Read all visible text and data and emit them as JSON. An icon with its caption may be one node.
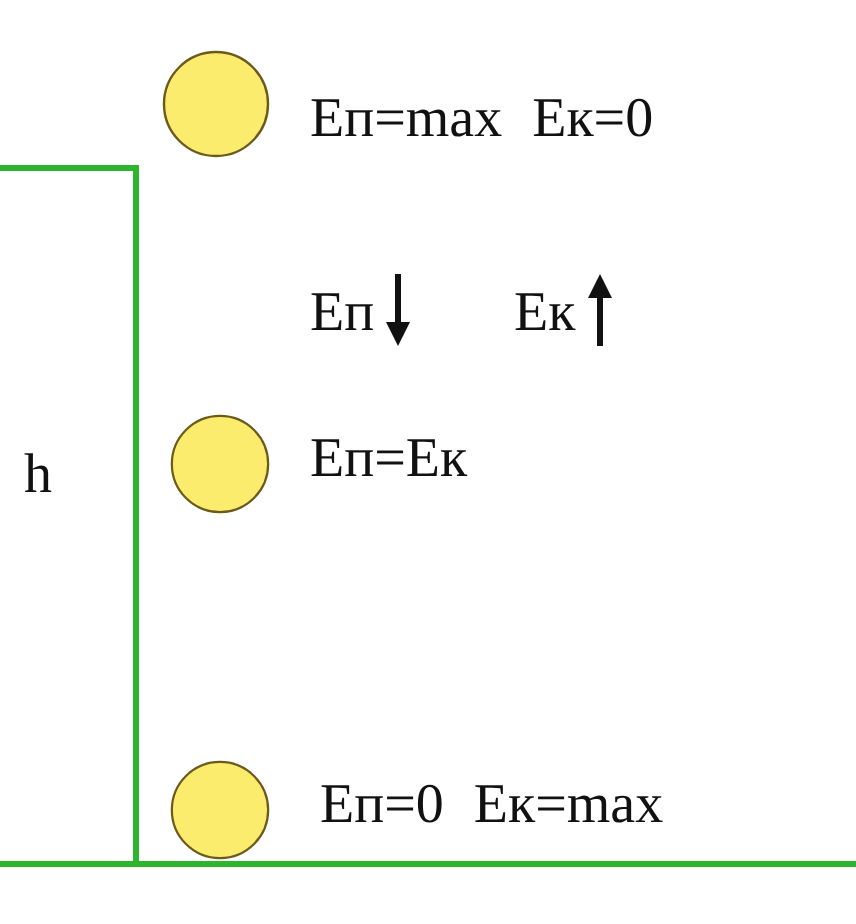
{
  "diagram": {
    "nodes": [
      {
        "text": [],
        "shape": "circle",
        "beside": [
          "Еп=max Ек=0"
        ]
      },
      {
        "text": [],
        "shape": "circle",
        "beside": [
          "Еп=Ек"
        ]
      },
      {
        "text": [],
        "shape": "circle",
        "beside": [
          "Еп=0 Ек=max"
        ]
      }
    ],
    "labels": [
      "Еп",
      "Ек",
      "h"
    ]
  }
}
